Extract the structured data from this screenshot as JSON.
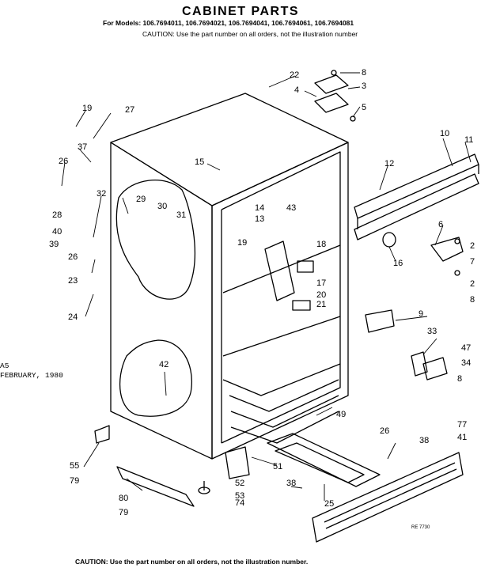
{
  "header": {
    "title": "CABINET PARTS",
    "models": "For Models: 106.7694011, 106.7694021, 106.7694041, 106.7694061, 106.7694081",
    "caution_top": "CAUTION: Use the part number on all orders, not the illustration number"
  },
  "stamp": {
    "line1": "A5",
    "line2": "FEBRUARY, 1980"
  },
  "drawing_code": "RE 7730",
  "footer": {
    "caution": "CAUTION: Use the part number on all orders, not the illustration number."
  },
  "callouts": [
    "22",
    "8",
    "3",
    "4",
    "5",
    "19",
    "27",
    "37",
    "26",
    "32",
    "28",
    "40",
    "39",
    "15",
    "29",
    "30",
    "31",
    "14",
    "13",
    "43",
    "18",
    "19",
    "17",
    "20",
    "21",
    "12",
    "10",
    "11",
    "6",
    "2",
    "7",
    "2",
    "8",
    "16",
    "26",
    "23",
    "24",
    "9",
    "33",
    "47",
    "34",
    "8",
    "42",
    "49",
    "26",
    "38",
    "77",
    "41",
    "55",
    "79",
    "80",
    "79",
    "52",
    "53",
    "74",
    "51",
    "38",
    "25"
  ],
  "icons": [
    "refrigerator-cabinet",
    "door-hinge",
    "door-stop",
    "control-box",
    "shelf-track",
    "crisper-pan",
    "grille",
    "leveling-leg"
  ]
}
